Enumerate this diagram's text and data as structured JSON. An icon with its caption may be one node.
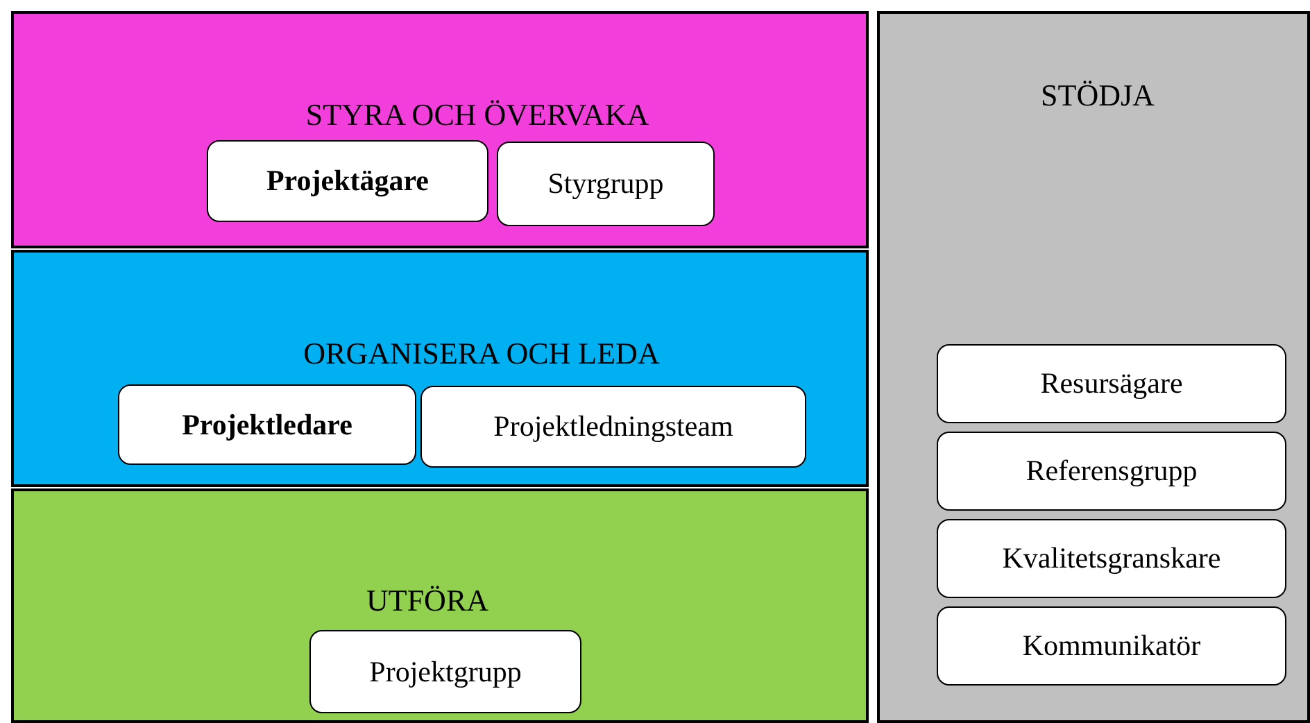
{
  "diagram": {
    "nodes": [
      {
        "text": [
          "STYRA OCH ÖVERVAKA"
        ]
      },
      {
        "text": [
          "Projektägare"
        ],
        "in": 0
      },
      {
        "text": [
          "Styrgrupp"
        ],
        "in": 0
      },
      {
        "text": [
          "ORGANISERA OCH LEDA"
        ]
      },
      {
        "text": [
          "Projektledare"
        ],
        "in": 3
      },
      {
        "text": [
          "Projektledningsteam"
        ],
        "in": 3
      },
      {
        "text": [
          "UTFÖRA"
        ]
      },
      {
        "text": [
          "Projektgrupp"
        ],
        "in": 6
      },
      {
        "text": [
          "STÖDJA"
        ]
      },
      {
        "text": [
          "Resursägare"
        ],
        "in": 8
      },
      {
        "text": [
          "Referensgrupp"
        ],
        "in": 8
      },
      {
        "text": [
          "Kvalitetsgranskare"
        ],
        "in": 8
      },
      {
        "text": [
          "Kommunikatör"
        ],
        "in": 8
      }
    ]
  }
}
